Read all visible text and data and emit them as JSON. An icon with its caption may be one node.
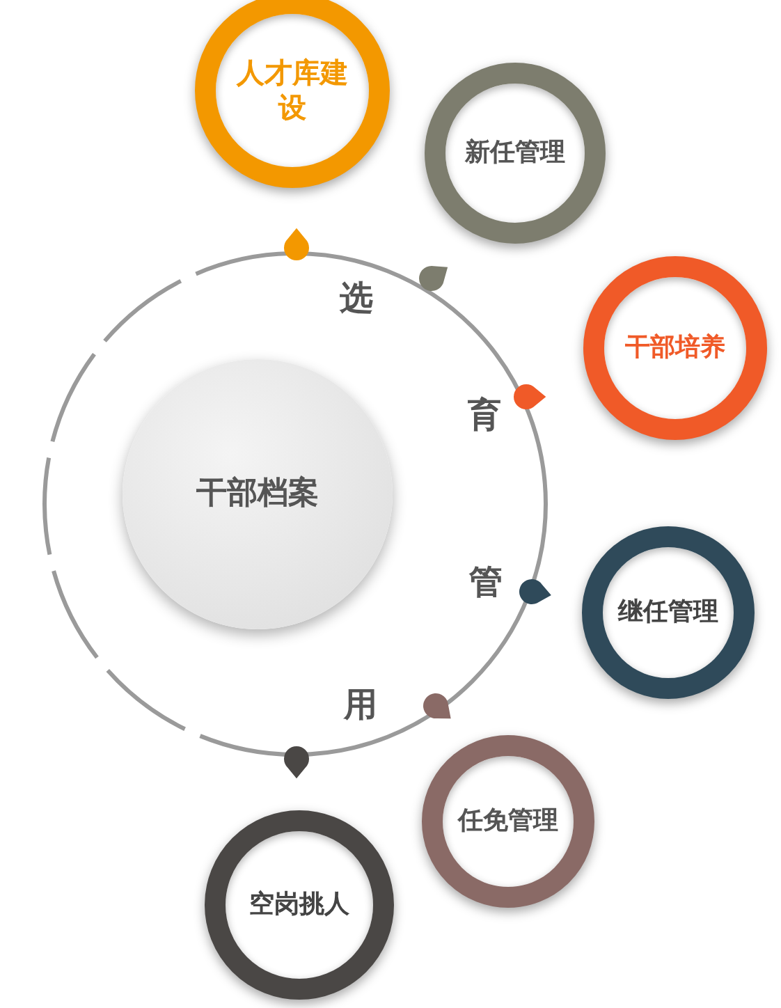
{
  "diagram": {
    "nodes": [
      {
        "text": [
          "干部档案"
        ]
      },
      {
        "text": [
          "人才库建设"
        ]
      },
      {
        "text": [
          "新任管理"
        ]
      },
      {
        "text": [
          "干部培养"
        ]
      },
      {
        "text": [
          "继任管理"
        ]
      },
      {
        "text": [
          "任免管理"
        ]
      },
      {
        "text": [
          "空岗挑人"
        ]
      }
    ],
    "labels": [
      "选",
      "育",
      "管",
      "用"
    ]
  }
}
